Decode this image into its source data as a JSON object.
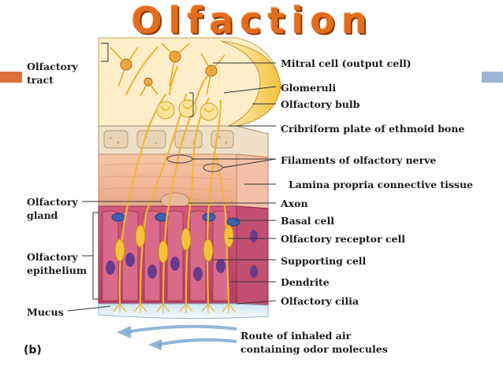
{
  "title": "Olfaction",
  "panel_label": "(b)",
  "accent_colors": {
    "title": "#e36c1d",
    "left_bar": "#d9703a",
    "right_bar": "#9ab6d4",
    "bulb": "#f5c542",
    "nerve": "#f2b632",
    "epithelium": "#c94a6a"
  },
  "left_labels": {
    "olfactory_tract": [
      "Olfactory",
      "tract"
    ],
    "olfactory_gland": [
      "Olfactory",
      "gland"
    ],
    "olfactory_epithelium": [
      "Olfactory",
      "epithelium"
    ],
    "mucus": "Mucus"
  },
  "right_labels": {
    "mitral_cell": "Mitral cell (output cell)",
    "glomeruli": "Glomeruli",
    "olfactory_bulb": "Olfactory bulb",
    "cribriform_plate": "Cribriform plate of ethmoid bone",
    "filaments": "Filaments of olfactory nerve",
    "lamina_propria": "Lamina propria connective tissue",
    "axon": "Axon",
    "basal_cell": "Basal cell",
    "receptor_cell": "Olfactory receptor cell",
    "supporting_cell": "Supporting cell",
    "dendrite": "Dendrite",
    "cilia": "Olfactory cilia"
  },
  "air_route": [
    "Route of inhaled air",
    "containing odor molecules"
  ]
}
